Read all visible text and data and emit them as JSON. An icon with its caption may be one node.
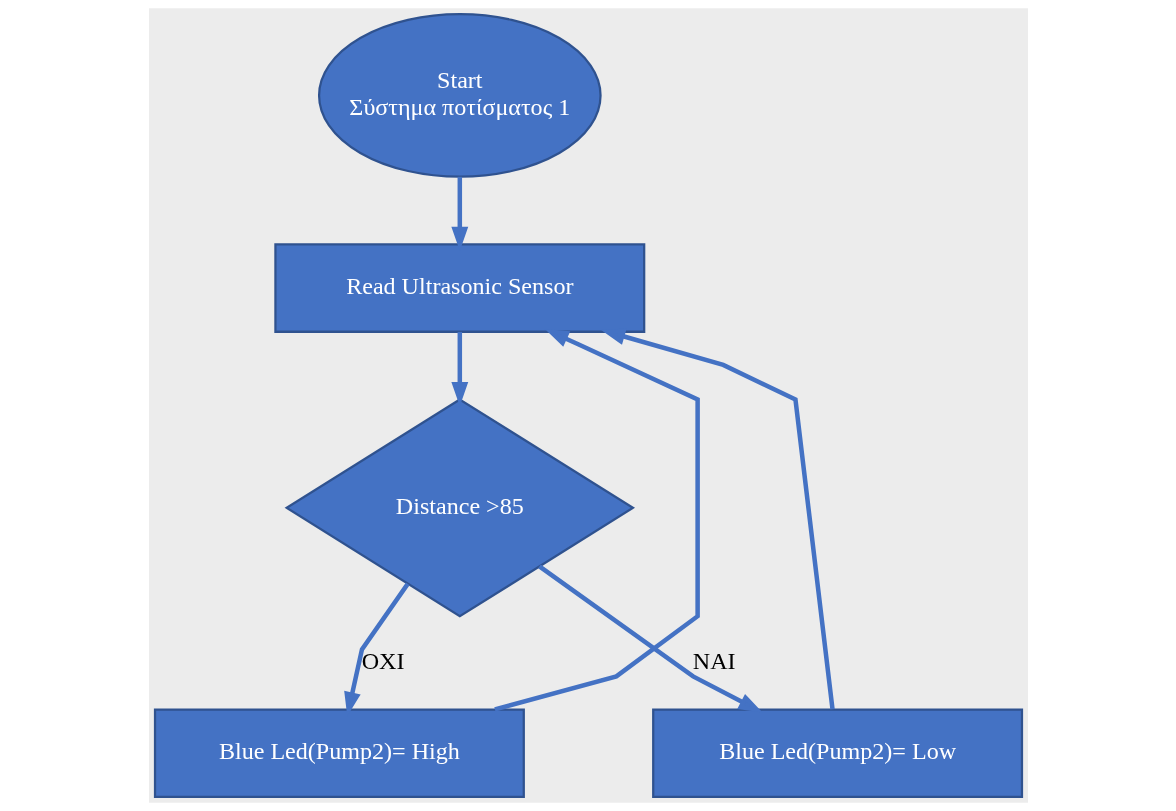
{
  "diagram": {
    "nodes": [
      {
        "text": [
          "Start",
          "Σύστημα ποτίσματος 1"
        ]
      },
      {
        "text": [
          "Read Ultrasonic Sensor"
        ]
      },
      {
        "text": [
          "Distance >85"
        ]
      },
      {
        "text": [
          "Blue Led(Pump2)= High"
        ]
      },
      {
        "text": [
          "Blue Led(Pump2)= Low"
        ]
      }
    ],
    "edges": [
      {
        "from": 0,
        "to": 1,
        "arrow": "to"
      },
      {
        "from": 1,
        "to": 2,
        "arrow": "to"
      },
      {
        "from": 2,
        "to": 3,
        "arrow": "to",
        "label": "OXI"
      },
      {
        "from": 2,
        "to": 4,
        "arrow": "to",
        "label": "NAI"
      },
      {
        "from": 3,
        "to": 1,
        "arrow": "to"
      },
      {
        "from": 4,
        "to": 1,
        "arrow": "to"
      }
    ]
  }
}
